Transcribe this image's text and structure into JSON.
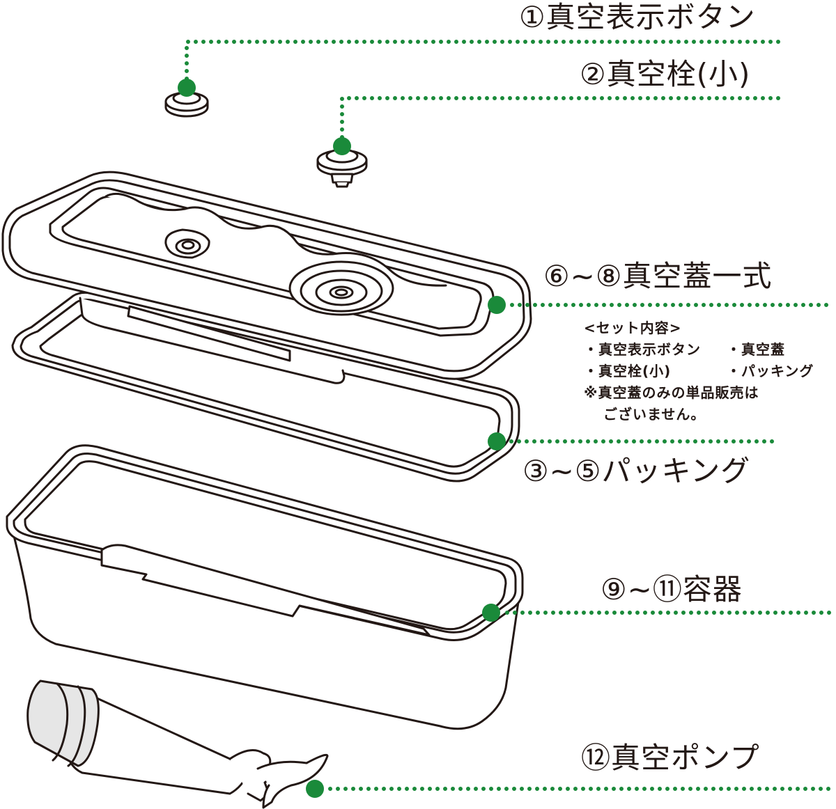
{
  "labels": {
    "vacuum_button": "①真空表示ボタン",
    "vacuum_plug": "②真空栓(小)",
    "vacuum_lid_set": "⑥~⑧真空蓋一式",
    "packing": "③~⑤パッキング",
    "container": "⑨~⑪容器",
    "vacuum_pump": "⑫真空ポンプ"
  },
  "set_contents": {
    "title": "<セット内容>",
    "items": [
      "・真空表示ボタン",
      "・真空蓋",
      "・真空栓(小)",
      "・パッキング"
    ],
    "note_line1": "※真空蓋のみの単品販売は",
    "note_line2": "ございません。"
  },
  "colors": {
    "leader_green": "#1a8a3a",
    "outline": "#231815",
    "fill": "#ffffff",
    "pump_gray": "#e6e6e6"
  }
}
